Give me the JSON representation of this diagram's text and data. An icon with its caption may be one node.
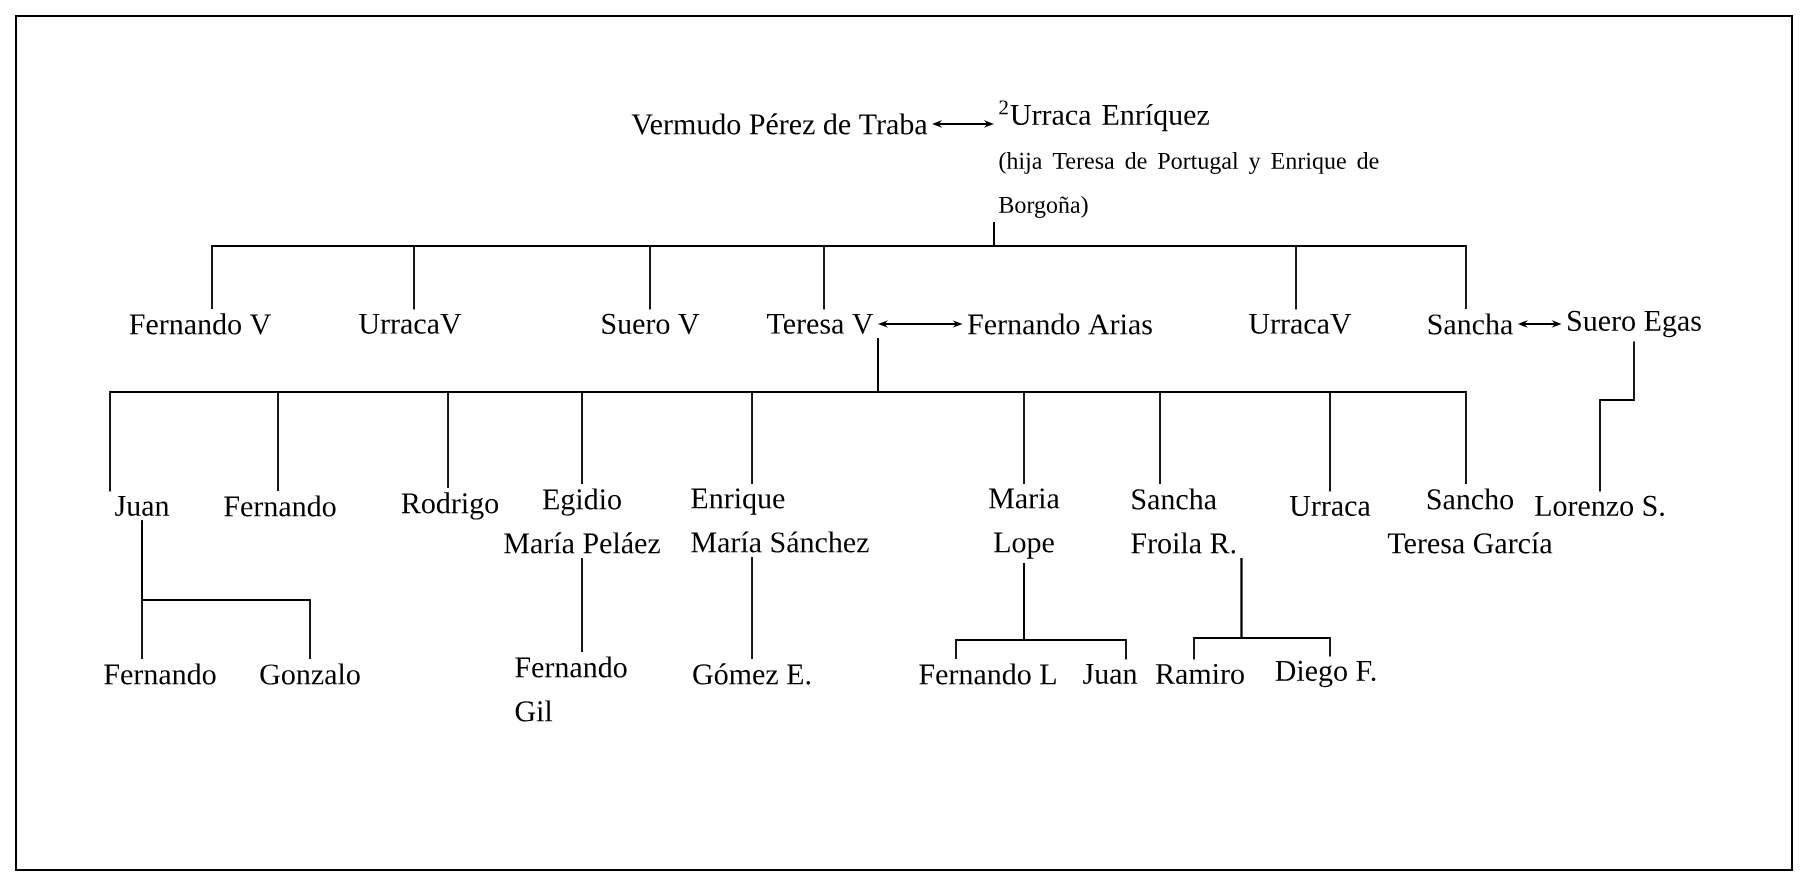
{
  "diagram": {
    "nodes": [
      {
        "text": [
          "Vermudo Pérez de Traba"
        ]
      },
      {
        "text": [
          "$^{2}$Urraca Enríquez",
          "(hija Teresa de Portugal y Enrique de Borgoña)"
        ]
      },
      {
        "text": [
          "Fernando V"
        ]
      },
      {
        "text": [
          "UrracaV"
        ]
      },
      {
        "text": [
          "Suero V"
        ]
      },
      {
        "text": [
          "Teresa V"
        ]
      },
      {
        "text": [
          "Fernando Arias"
        ]
      },
      {
        "text": [
          "UrracaV"
        ]
      },
      {
        "text": [
          "Sancha"
        ]
      },
      {
        "text": [
          "Suero Egas"
        ]
      },
      {
        "text": [
          "Juan"
        ]
      },
      {
        "text": [
          "Fernando"
        ]
      },
      {
        "text": [
          "Rodrigo"
        ]
      },
      {
        "text": [
          "Egidio",
          "María Peláez"
        ]
      },
      {
        "text": [
          "Enrique",
          "María Sánchez"
        ]
      },
      {
        "text": [
          "Maria",
          "Lope"
        ]
      },
      {
        "text": [
          "Sancha",
          "Froila R."
        ]
      },
      {
        "text": [
          "Urraca"
        ]
      },
      {
        "text": [
          "Sancho",
          "Teresa García"
        ]
      },
      {
        "text": [
          "Lorenzo S."
        ]
      },
      {
        "text": [
          "Fernando"
        ]
      },
      {
        "text": [
          "Gonzalo"
        ]
      },
      {
        "text": [
          "Fernando Gil"
        ]
      },
      {
        "text": [
          "Gómez E."
        ]
      },
      {
        "text": [
          "Fernando L"
        ]
      },
      {
        "text": [
          "Juan"
        ]
      },
      {
        "text": [
          "Ramiro"
        ]
      },
      {
        "text": [
          "Diego F."
        ]
      }
    ],
    "edges": [
      {
        "from": 0,
        "to": 1,
        "arrow": "both"
      },
      {
        "from": 1,
        "to": 2,
        "arrow": "none"
      },
      {
        "from": 1,
        "to": 3,
        "arrow": "none"
      },
      {
        "from": 1,
        "to": 4,
        "arrow": "none"
      },
      {
        "from": 1,
        "to": 5,
        "arrow": "none"
      },
      {
        "from": 1,
        "to": 7,
        "arrow": "none"
      },
      {
        "from": 1,
        "to": 8,
        "arrow": "none"
      },
      {
        "from": 5,
        "to": 6,
        "arrow": "both"
      },
      {
        "from": 8,
        "to": 9,
        "arrow": "both"
      },
      {
        "from": 5,
        "to": 10,
        "arrow": "none"
      },
      {
        "from": 5,
        "to": 11,
        "arrow": "none"
      },
      {
        "from": 5,
        "to": 12,
        "arrow": "none"
      },
      {
        "from": 5,
        "to": 13,
        "arrow": "none"
      },
      {
        "from": 5,
        "to": 14,
        "arrow": "none"
      },
      {
        "from": 5,
        "to": 15,
        "arrow": "none"
      },
      {
        "from": 5,
        "to": 16,
        "arrow": "none"
      },
      {
        "from": 5,
        "to": 17,
        "arrow": "none"
      },
      {
        "from": 5,
        "to": 18,
        "arrow": "none"
      },
      {
        "from": 9,
        "to": 19,
        "arrow": "none"
      },
      {
        "from": 10,
        "to": 20,
        "arrow": "none"
      },
      {
        "from": 10,
        "to": 21,
        "arrow": "none"
      },
      {
        "from": 13,
        "to": 22,
        "arrow": "none"
      },
      {
        "from": 14,
        "to": 23,
        "arrow": "none"
      },
      {
        "from": 15,
        "to": 24,
        "arrow": "none"
      },
      {
        "from": 15,
        "to": 25,
        "arrow": "none"
      },
      {
        "from": 16,
        "to": 26,
        "arrow": "none"
      },
      {
        "from": 16,
        "to": 27,
        "arrow": "none"
      }
    ]
  }
}
